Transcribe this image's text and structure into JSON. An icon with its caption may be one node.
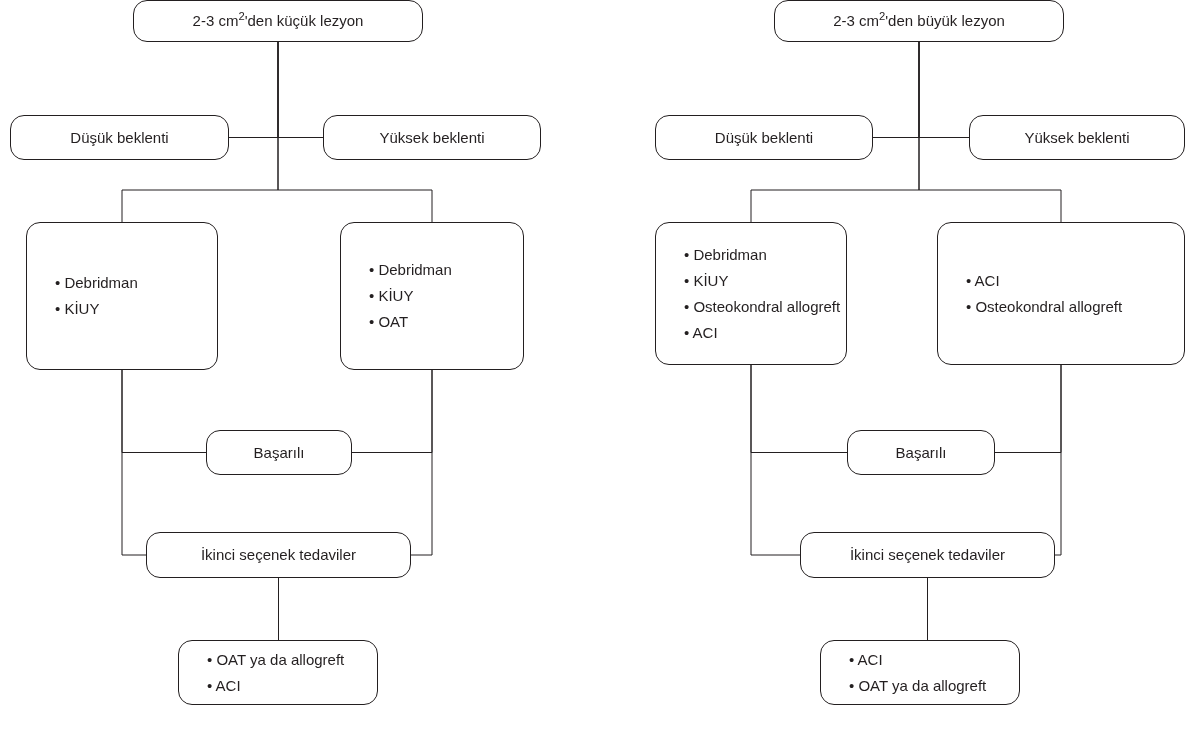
{
  "diagram": {
    "nodes": [
      {
        "text": [
          "2-3 cm$^{2}$'den küçük lezyon"
        ]
      },
      {
        "text": [
          "Düşük beklenti"
        ]
      },
      {
        "text": [
          "Yüksek beklenti"
        ]
      },
      {
        "text": [
          "• Debridman",
          "• KİUY"
        ]
      },
      {
        "text": [
          "• Debridman",
          "• KİUY",
          "• OAT"
        ]
      },
      {
        "text": [
          "Başarılı"
        ]
      },
      {
        "text": [
          "İkinci seçenek tedaviler"
        ]
      },
      {
        "text": [
          "• OAT ya da allogreft",
          "• ACI"
        ]
      },
      {
        "text": [
          "2-3 cm$^{2}$'den büyük lezyon"
        ]
      },
      {
        "text": [
          "Düşük beklenti"
        ]
      },
      {
        "text": [
          "Yüksek beklenti"
        ]
      },
      {
        "text": [
          "• Debridman",
          "• KİUY",
          "• Osteokondral allogreft",
          "• ACI"
        ]
      },
      {
        "text": [
          "• ACI",
          "• Osteokondral allogreft"
        ]
      },
      {
        "text": [
          "Başarılı"
        ]
      },
      {
        "text": [
          "İkinci seçenek tedaviler"
        ]
      },
      {
        "text": [
          "• ACI",
          "• OAT ya da allogreft"
        ]
      }
    ],
    "edges": [
      {
        "from": 0,
        "to": 1,
        "arrow": "none"
      },
      {
        "from": 0,
        "to": 2,
        "arrow": "none"
      },
      {
        "from": 0,
        "to": 3,
        "arrow": "none"
      },
      {
        "from": 0,
        "to": 4,
        "arrow": "none"
      },
      {
        "from": 3,
        "to": 5,
        "arrow": "none"
      },
      {
        "from": 4,
        "to": 5,
        "arrow": "none"
      },
      {
        "from": 3,
        "to": 6,
        "arrow": "none"
      },
      {
        "from": 4,
        "to": 6,
        "arrow": "none"
      },
      {
        "from": 6,
        "to": 7,
        "arrow": "none"
      },
      {
        "from": 8,
        "to": 9,
        "arrow": "none"
      },
      {
        "from": 8,
        "to": 10,
        "arrow": "none"
      },
      {
        "from": 8,
        "to": 11,
        "arrow": "none"
      },
      {
        "from": 8,
        "to": 12,
        "arrow": "none"
      },
      {
        "from": 11,
        "to": 13,
        "arrow": "none"
      },
      {
        "from": 12,
        "to": 13,
        "arrow": "none"
      },
      {
        "from": 11,
        "to": 14,
        "arrow": "none"
      },
      {
        "from": 12,
        "to": 14,
        "arrow": "none"
      },
      {
        "from": 14,
        "to": 15,
        "arrow": "none"
      }
    ]
  }
}
